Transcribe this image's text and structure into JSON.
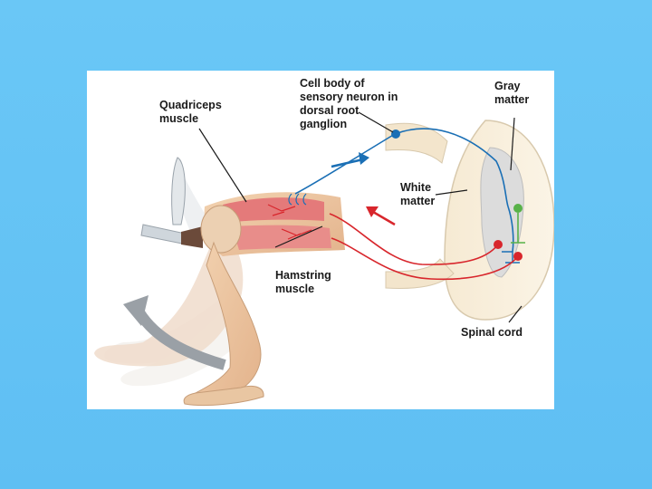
{
  "labels": {
    "cell_body": [
      "Cell body of",
      "sensory neuron in",
      "dorsal root",
      "ganglion"
    ],
    "quadriceps": [
      "Quadriceps",
      "muscle"
    ],
    "gray_matter": [
      "Gray",
      "matter"
    ],
    "white_matter": [
      "White",
      "matter"
    ],
    "hamstring": [
      "Hamstring",
      "muscle"
    ],
    "spinal_cord": [
      "Spinal cord"
    ]
  },
  "colors": {
    "background": "#64c3f5",
    "sensory_neuron": "#1a6fb5",
    "motor_neuron": "#d8262c",
    "interneuron": "#58b248",
    "motion_arrow": "#9aa0a6"
  }
}
